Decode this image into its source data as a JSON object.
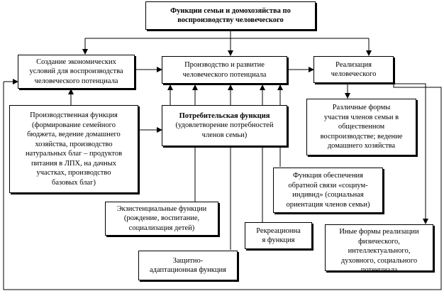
{
  "title": {
    "line1": "Функции семьи и домохозяйства по",
    "line2": "воспроизводству человеческого"
  },
  "create_conditions": {
    "line1": "Создание экономических",
    "line2": "условий для воспроизводства",
    "line3": "человеческого потенциала"
  },
  "production_development": {
    "line1": "Производство и  развитие",
    "line2": "человеческого потенциала"
  },
  "realization": {
    "line1": "Реализация",
    "line2": "человеческого"
  },
  "productive_function": {
    "line1": "Производственная функция",
    "line2": "(формирование семейного",
    "line3": "бюджета, ведение домашнего",
    "line4": "хозяйства, производство",
    "line5": "натуральных благ – продуктов",
    "line6": "питания в ЛПХ, на дачных",
    "line7": "участках, производство",
    "line8": "базовых благ)"
  },
  "consumer_function": {
    "line1": "Потребительская функция",
    "line2": "(удовлетворение потребностей",
    "line3": "членов семьи)"
  },
  "participation_forms": {
    "line1": "Различные формы",
    "line2": "участия членов семьи в",
    "line3": "общественном",
    "line4": "воспроизводстве; ведение",
    "line5": "домашнего хозяйства"
  },
  "feedback_function": {
    "line1": "Функция обеспечения",
    "line2": "обратной связи «социум-",
    "line3": "индивид» (социальная",
    "line4": "ориентация членов семьи)"
  },
  "existential_functions": {
    "line1": "Экзистенциальные функции",
    "line2": "(рождение, воспитание,",
    "line3": "социализация детей)"
  },
  "recreational_function": {
    "line1": "Рекреационна",
    "line2": "я функция"
  },
  "other_forms": {
    "line1": "Иные формы реализации",
    "line2": "физического,",
    "line3": "интеллектуального,",
    "line4": "духовного, социального",
    "line5": "потенциала"
  },
  "protective_function": {
    "line1": "Защитно-",
    "line2": "адаптационная функция"
  },
  "colors": {
    "stroke": "#000000",
    "background": "#ffffff"
  }
}
